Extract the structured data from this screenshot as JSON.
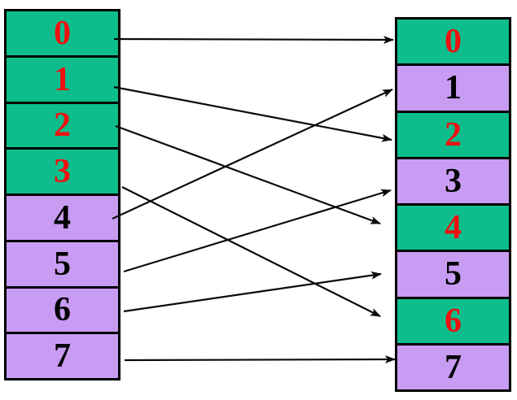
{
  "diagram": {
    "left_column": {
      "cells": [
        {
          "label": "0",
          "bg": "green",
          "text": "red"
        },
        {
          "label": "1",
          "bg": "green",
          "text": "red"
        },
        {
          "label": "2",
          "bg": "green",
          "text": "red"
        },
        {
          "label": "3",
          "bg": "green",
          "text": "red"
        },
        {
          "label": "4",
          "bg": "purple",
          "text": "black"
        },
        {
          "label": "5",
          "bg": "purple",
          "text": "black"
        },
        {
          "label": "6",
          "bg": "purple",
          "text": "black"
        },
        {
          "label": "7",
          "bg": "purple",
          "text": "black"
        }
      ]
    },
    "right_column": {
      "cells": [
        {
          "label": "0",
          "bg": "green",
          "text": "red"
        },
        {
          "label": "1",
          "bg": "purple",
          "text": "black"
        },
        {
          "label": "2",
          "bg": "green",
          "text": "red"
        },
        {
          "label": "3",
          "bg": "purple",
          "text": "black"
        },
        {
          "label": "4",
          "bg": "green",
          "text": "red"
        },
        {
          "label": "5",
          "bg": "purple",
          "text": "black"
        },
        {
          "label": "6",
          "bg": "green",
          "text": "red"
        },
        {
          "label": "7",
          "bg": "purple",
          "text": "black"
        }
      ]
    },
    "arrows": [
      {
        "from": 0,
        "to": 0
      },
      {
        "from": 1,
        "to": 2
      },
      {
        "from": 2,
        "to": 4
      },
      {
        "from": 3,
        "to": 6
      },
      {
        "from": 4,
        "to": 1
      },
      {
        "from": 5,
        "to": 3
      },
      {
        "from": 6,
        "to": 5
      },
      {
        "from": 7,
        "to": 7
      }
    ],
    "colors": {
      "green": "#0dbe8c",
      "purple": "#c99cf3",
      "red": "#ee1111",
      "black": "#000000",
      "line": "#0a0a0a",
      "background": "#ffffff"
    }
  }
}
